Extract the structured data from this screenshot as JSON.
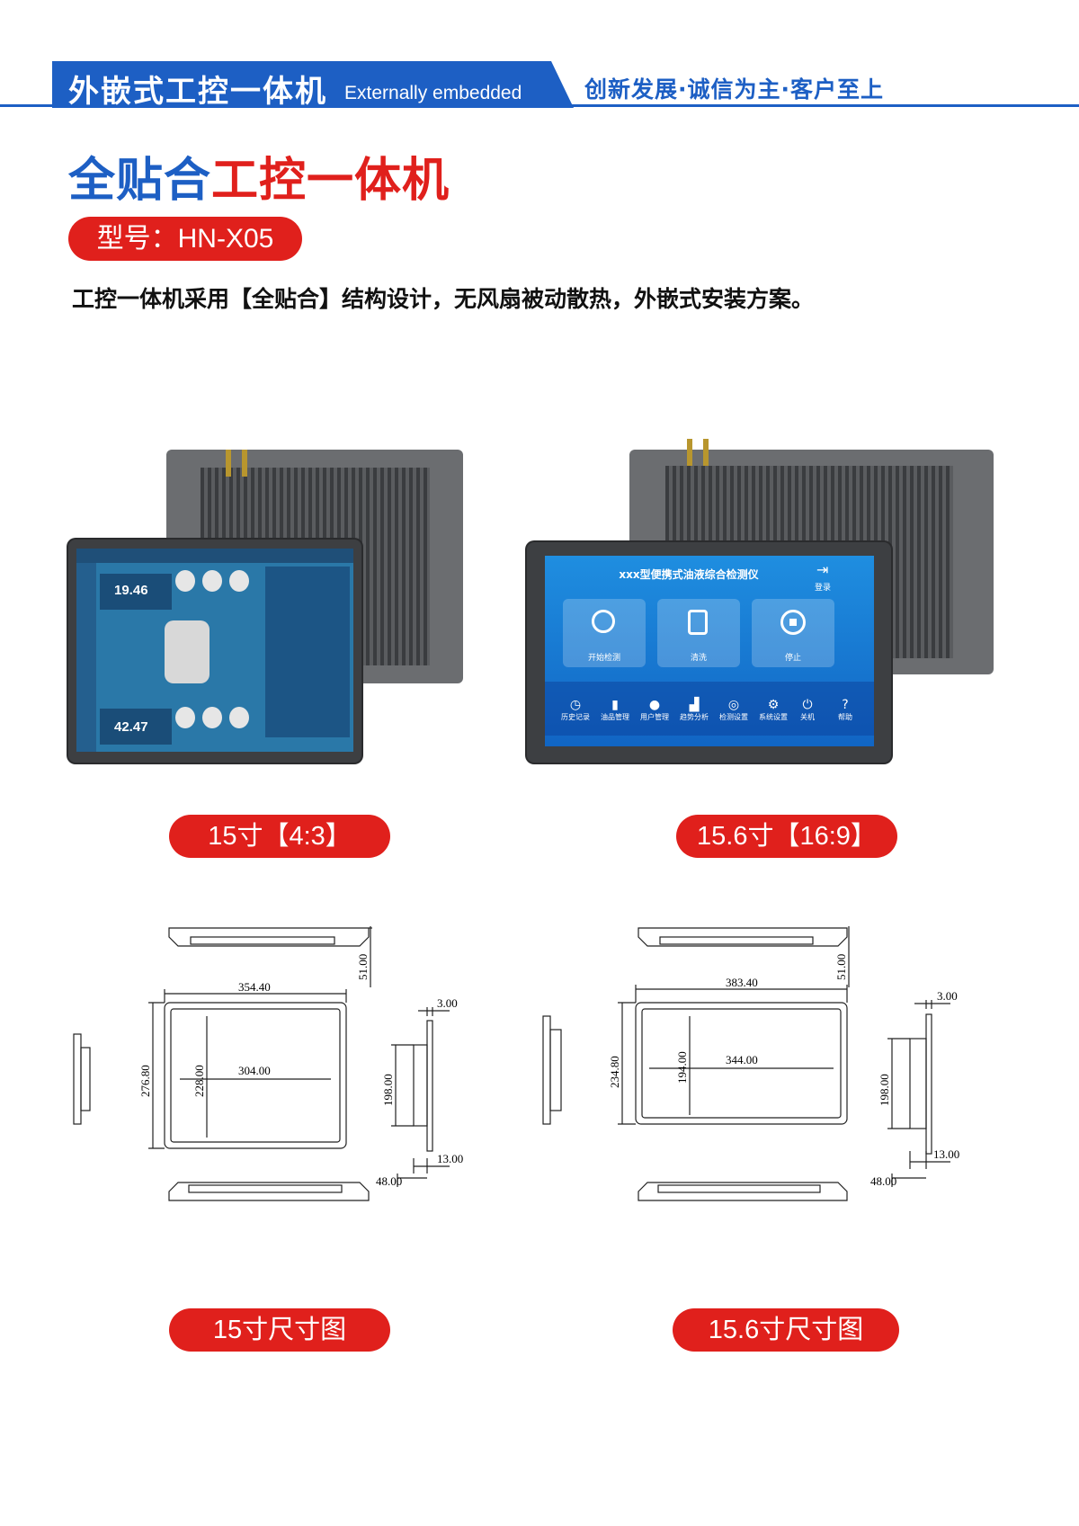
{
  "header": {
    "title_cn": "外嵌式工控一体机",
    "title_en": "Externally embedded",
    "slogan": "创新发展·诚信为主·客户至上"
  },
  "product": {
    "title_blue": "全贴合",
    "title_red": "工控一体机",
    "model": "型号：HN-X05",
    "description": "工控一体机采用【全贴合】结构设计，无风扇被动散热，外嵌式安装方案。"
  },
  "screen_4_3": {
    "value_top": "19.46",
    "value_bottom": "42.47"
  },
  "screen_16_9": {
    "app_title": "xxx型便携式油液综合检测仪",
    "login": "登录",
    "tiles": [
      "开始检测",
      "清洗",
      "停止"
    ],
    "menu": [
      "历史记录",
      "油品管理",
      "用户管理",
      "趋势分析",
      "检测设置",
      "系统设置",
      "关机",
      "帮助"
    ]
  },
  "labels": {
    "size_15": "15寸【4:3】",
    "size_156": "15.6寸【16:9】",
    "drawing_15": "15寸尺寸图",
    "drawing_156": "15.6寸尺寸图"
  },
  "drawing_15": {
    "outer_w": "354.40",
    "inner_w": "304.00",
    "outer_h": "276.80",
    "inner_h": "228.00",
    "depth": "51.00",
    "thickness": "3.00",
    "side_h": "198.00",
    "side_a": "13.00",
    "side_b": "48.00"
  },
  "drawing_156": {
    "outer_w": "383.40",
    "inner_w": "344.00",
    "outer_h": "234.80",
    "inner_h": "194.00",
    "depth": "51.00",
    "thickness": "3.00",
    "side_h": "198.00",
    "side_a": "13.00",
    "side_b": "48.00"
  },
  "colors": {
    "brand_blue": "#1d5fc4",
    "brand_red": "#e0201c"
  }
}
